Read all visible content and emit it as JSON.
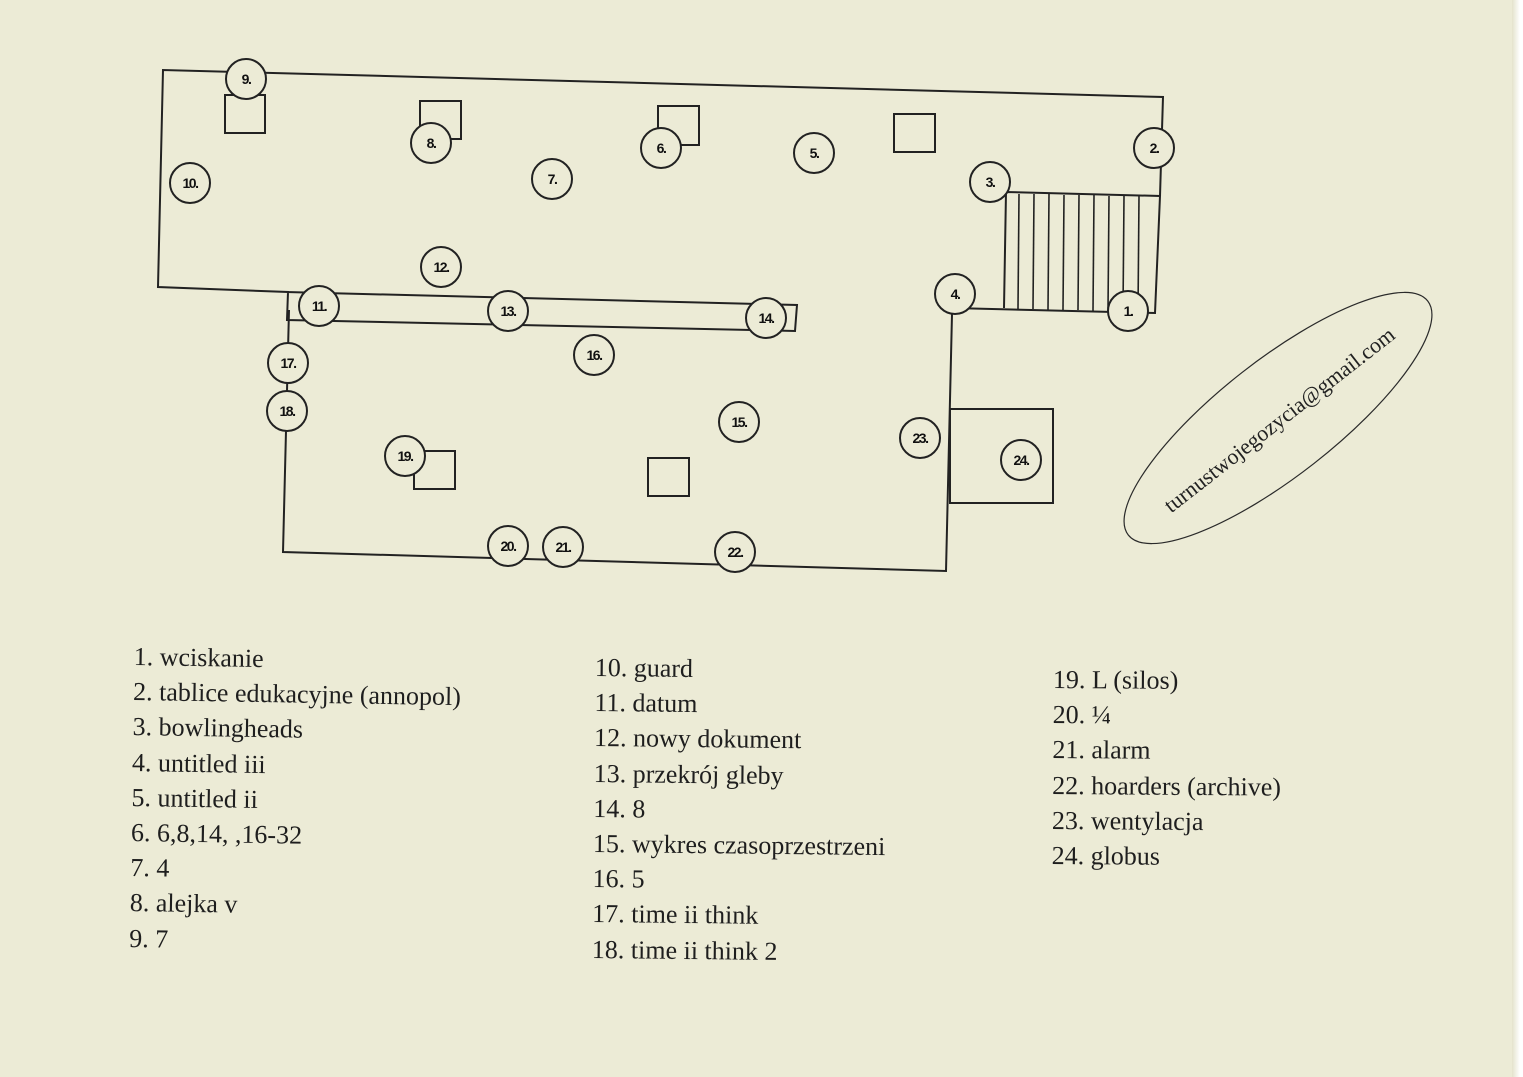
{
  "markers": {
    "m1": "1.",
    "m2": "2.",
    "m3": "3.",
    "m4": "4.",
    "m5": "5.",
    "m6": "6.",
    "m7": "7.",
    "m8": "8.",
    "m9": "9.",
    "m10": "10.",
    "m11": "11.",
    "m12": "12.",
    "m13": "13.",
    "m14": "14.",
    "m15": "15.",
    "m16": "16.",
    "m17": "17.",
    "m18": "18.",
    "m19": "19.",
    "m20": "20.",
    "m21": "21.",
    "m22": "22.",
    "m23": "23.",
    "m24": "24."
  },
  "stamp": {
    "email": "turnustwojegozycia@gmail.com"
  },
  "legend": {
    "col1": [
      "1. wciskanie",
      "2. tablice edukacyjne (annopol)",
      "3. bowlingheads",
      "4. untitled iii",
      "5. untitled ii",
      "6. 6,8,14, ,16-32",
      "7. 4",
      "8. alejka v",
      "9. 7"
    ],
    "col2": [
      "10. guard",
      "11. datum",
      "12. nowy dokument",
      "13. przekrój gleby",
      "14. 8",
      "15. wykres czasoprzestrzeni",
      "16. 5",
      "17. time ii think",
      "18. time ii think 2"
    ],
    "col3": [
      "19. L (silos)",
      "20. ¼",
      "21. alarm",
      "22. hoarders (archive)",
      "23. wentylacja",
      "24. globus"
    ]
  }
}
